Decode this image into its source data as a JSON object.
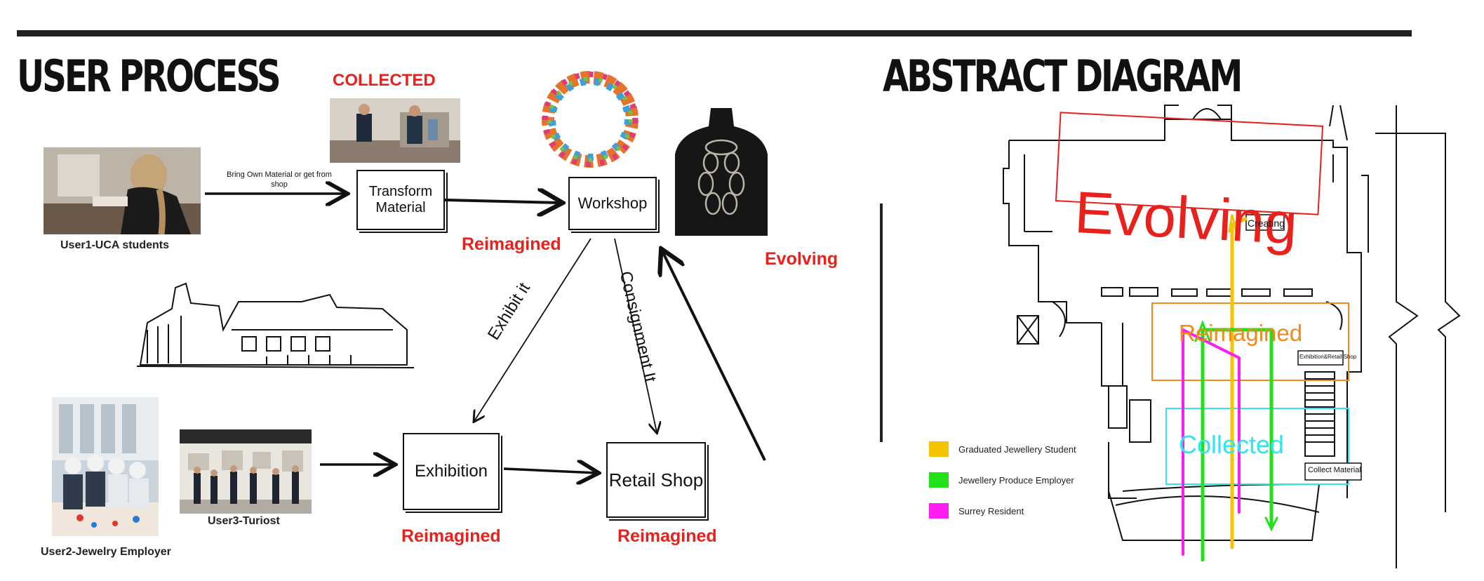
{
  "left_section": {
    "title": "USER PROCESS",
    "collected_label": "COLLECTED",
    "users": [
      {
        "caption": "User1-UCA students"
      },
      {
        "caption": "User2-Jewelry Employer"
      },
      {
        "caption": "User3-Turiost"
      }
    ],
    "arrow_label": "Bring Own Material or get from shop",
    "nodes": {
      "transform": "Transform Material",
      "workshop": "Workshop",
      "exhibition": "Exhibition",
      "retail": "Retail Shop"
    },
    "edge_labels": {
      "exhibit": "Exhibit it",
      "consignment": "Consignment It"
    },
    "state_labels": {
      "reimagined_workshop": "Reimagined",
      "evolving": "Evolving",
      "reimagined_exhibition": "Reimagined",
      "reimagined_retail": "Reimagined"
    }
  },
  "right_section": {
    "title": "ABSTRACT DIAGRAM",
    "zones": {
      "evolving": "Evolving",
      "reimagined": "Reimagined",
      "collected": "Collected"
    },
    "small_labels": {
      "creating": "Creating",
      "exhibition_retail": "Exhibition&Retail Shop",
      "collect_material": "Collect Material"
    },
    "legend": [
      {
        "label": "Graduated Jewellery Student",
        "color": "#f5c400"
      },
      {
        "label": "Jewellery Produce Employer",
        "color": "#22e01a"
      },
      {
        "label": "Surrey Resident",
        "color": "#ff1ef0"
      }
    ]
  },
  "colors": {
    "accent_red": "#e8211c",
    "evolving_frame": "#e8211c",
    "reimagined_frame": "#f08a1a",
    "collected_frame": "#2ee6f0",
    "dark_rule": "#231f20"
  }
}
